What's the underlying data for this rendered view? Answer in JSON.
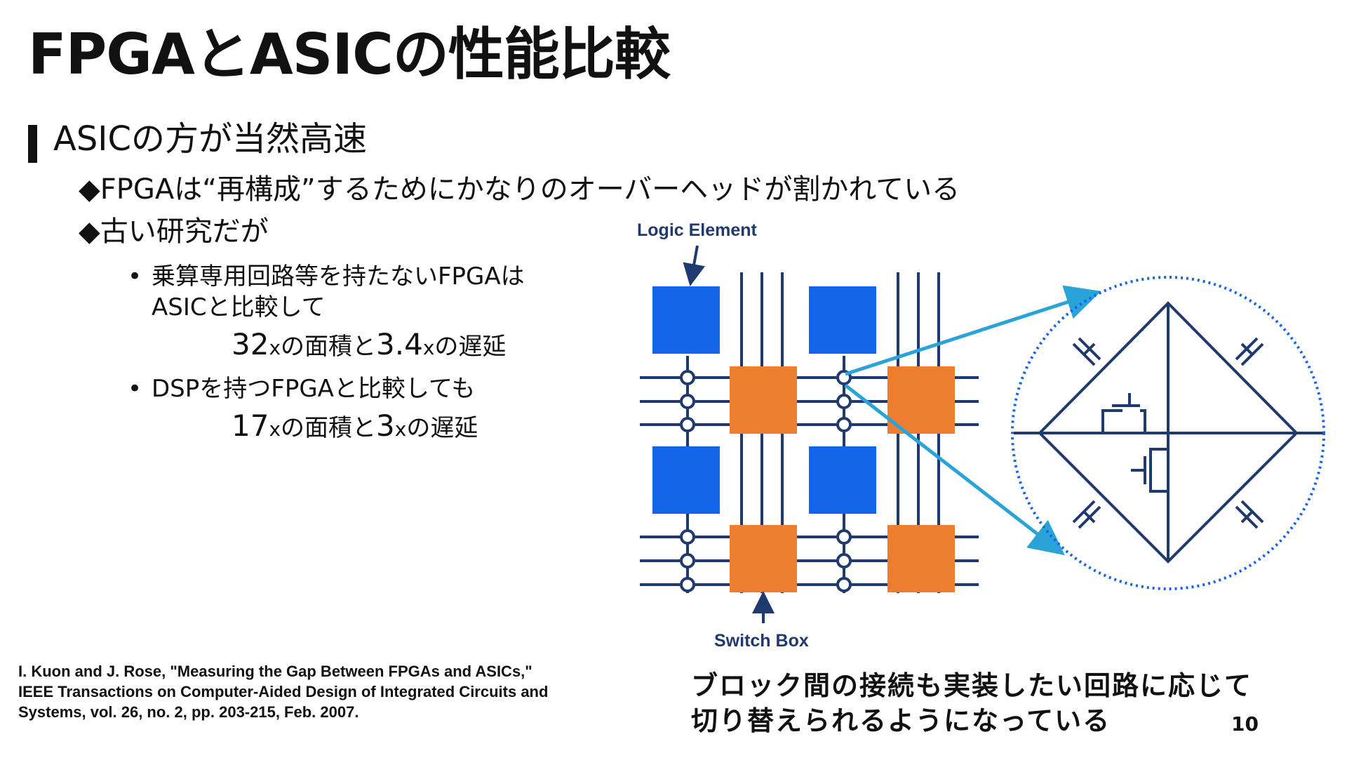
{
  "title": "FPGAとASICの性能比較",
  "bullets": {
    "main": "ASICの方が当然高速",
    "sub1": "◆FPGAは“再構成”するためにかなりのオーバーヘッドが割かれている",
    "sub2": "◆古い研究だが",
    "item1_line1": "乗算専用回路等を持たないFPGAは",
    "item1_line2": "ASICと比較して",
    "item1_result": {
      "area": "32",
      "x1": "x",
      "mid": "の面積と",
      "delay": "3.4",
      "x2": "x",
      "end": "の遅延"
    },
    "item2_line1": "DSPを持つFPGAと比較しても",
    "item2_result": {
      "area": "17",
      "x1": "x",
      "mid": "の面積と",
      "delay": "3",
      "x2": "x",
      "end": "の遅延"
    },
    "bullet_glyph": "•"
  },
  "diagram": {
    "logic_element_label": "Logic Element",
    "switch_box_label": "Switch Box",
    "colors": {
      "logic_block": "#1565e8",
      "switch_box": "#ed7d31",
      "wire": "#1f3a6e",
      "arrow": "#2aa3d8"
    }
  },
  "reference": {
    "line1": "I. Kuon and J. Rose, \"Measuring the Gap Between FPGAs and ASICs,\"",
    "line2": "IEEE Transactions on Computer-Aided Design of Integrated Circuits and",
    "line3": "Systems, vol. 26, no. 2, pp. 203-215, Feb. 2007."
  },
  "caption": {
    "line1": "ブロック間の接続も実装したい回路に応じて",
    "line2": "切り替えられるようになっている"
  },
  "page_number": "10"
}
